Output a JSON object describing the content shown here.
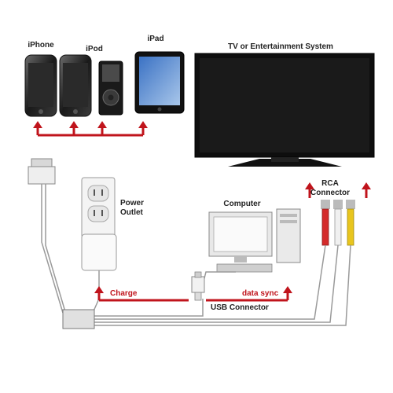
{
  "labels": {
    "iphone": "iPhone",
    "ipod": "iPod",
    "ipad": "iPad",
    "tv": "TV or Entertainment System",
    "power_line1": "Power",
    "power_line2": "Outlet",
    "computer": "Computer",
    "rca_line1": "RCA",
    "rca_line2": "Connector",
    "charge": "Charge",
    "data_sync": "data sync",
    "usb": "USB Connector"
  },
  "colors": {
    "arrow_red": "#c0141c",
    "device_black": "#141414",
    "line_gray": "#9a9a9a",
    "rca_yellow": "#e8c51e",
    "rca_red": "#d42a2a",
    "rca_white": "#f0f0f0"
  }
}
